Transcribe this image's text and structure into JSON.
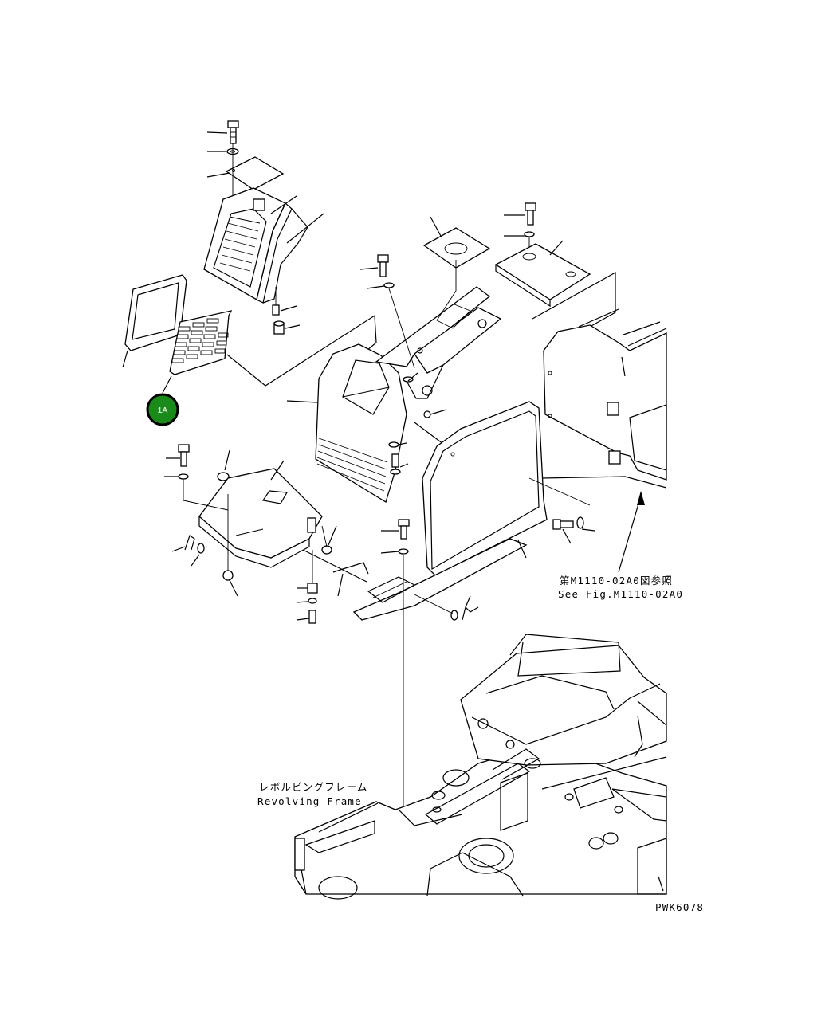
{
  "callout": {
    "label": "1A",
    "fill_color": "#1a8a1a",
    "stroke_color": "#000000"
  },
  "notes": {
    "ref_jp": "第M1110-02A0図参照",
    "ref_en": "See Fig.M1110-02A0",
    "frame_jp": "レボルビングフレーム",
    "frame_en": "Revolving Frame"
  },
  "drawing_number": "PWK6078"
}
